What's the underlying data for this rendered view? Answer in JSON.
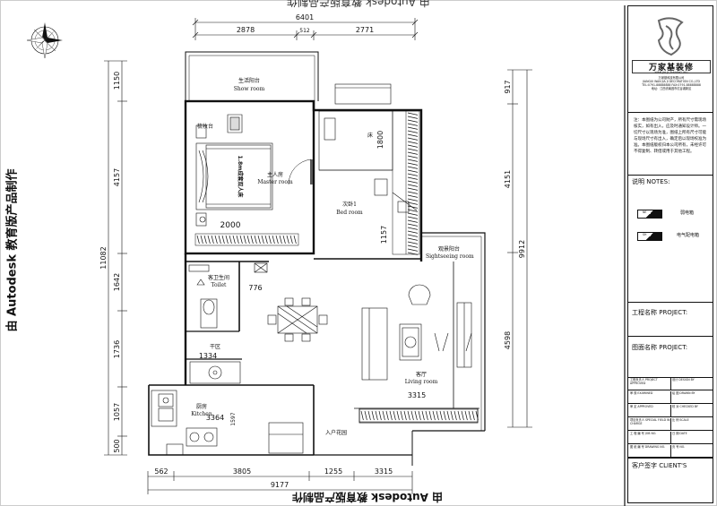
{
  "watermark": {
    "left": "由 Autodesk 教育版产品制作",
    "top": "由 Autodesk 教育版产品制作",
    "bottom": "由 Autodesk 教育版产品制作"
  },
  "dimensions": {
    "top_total": "6401",
    "top_segments": [
      "2878",
      "512",
      "2771"
    ],
    "left_total": "11082",
    "left_segments": [
      "1150",
      "4157",
      "1642",
      "1736",
      "1057",
      "500"
    ],
    "right_total": "9912",
    "right_segments": [
      "917",
      "4151",
      "4598"
    ],
    "bottom_total": "9177",
    "bottom_segments": [
      "562",
      "3805",
      "1255",
      "3315"
    ],
    "interior": [
      "1800",
      "2000",
      "1157",
      "776",
      "1334",
      "3315",
      "3364",
      "1597"
    ]
  },
  "rooms": {
    "show_room_cn": "生活阳台",
    "show_room_en": "Show room",
    "dresser": "梳妆台",
    "master_cn": "主人房",
    "master_en": "Master room",
    "bed_label": "1.8m成套双人床",
    "bed_cn": "床",
    "bed2_cn": "次卧1",
    "bed2_en": "Bed room",
    "sight_cn": "观景阳台",
    "sight_en": "Sightseeing room",
    "toilet_cn": "客卫生间",
    "toilet_en": "Toilet",
    "dry_cn": "干区",
    "kitchen_cn": "厨房",
    "kitchen_en": "Kitchen",
    "living_cn": "客厅",
    "living_en": "Living room",
    "garden_cn": "入户花园"
  },
  "title_block": {
    "logo_text": "万家基装修",
    "logo_sub": "WAN JIA JI ZHUANG XIU",
    "company_lines": [
      "万家基科技有限公司",
      "JIANGXI WAN JIA JI DECORATION CO.,LTD",
      "TEL:0791-88888888  FAX:0791-88888888",
      "地址：江西省南昌市红谷滩新区"
    ],
    "notice": "注：本图纸为公司财产，所有尺寸需现场核实，如有出入，应及时通知设计师。一切尺寸以现场为准，图纸上所有尺寸可能与现场尺寸有出入，确定后以现场校准为准。本图纸版权归本公司所有，未经许可不得复制、转借或用于其他工程。",
    "notes_label": "说明 NOTES:",
    "legend": [
      {
        "code": "NE",
        "label": "弱电箱"
      },
      {
        "code": "SH",
        "label": "电气配电箱"
      }
    ],
    "project_label": "工程名称 PROJECT:",
    "drawing_label": "图面名称 PROJECT:",
    "table_rows": [
      [
        "工程负责人 PROJECT APPROVED",
        "设计 DESIGN BY"
      ],
      [
        "审 核 EXAMINED",
        "绘 图 DRAWN BY"
      ],
      [
        "审 定 APPROVED",
        "校 对 CHECKED BY"
      ],
      [
        "项目负责人 SPECIAL FIELD IN CHARGE",
        "比 例 SCALE"
      ],
      [
        "工 程 编 号 JOB NO.",
        "日 期 DATE"
      ],
      [
        "图 纸 编 号 DRAWING NO.",
        "页 号 NO."
      ]
    ],
    "client_label": "客户签字 CLIENT'S"
  }
}
